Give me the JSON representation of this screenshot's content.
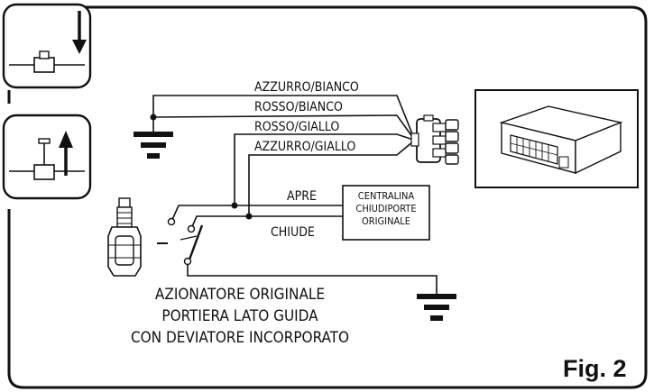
{
  "wires": {
    "w1": "AZZURRO/BIANCO",
    "w2": "ROSSO/BIANCO",
    "w3": "ROSSO/GIALLO",
    "w4": "AZZURRO/GIALLO"
  },
  "switch": {
    "apre": "APRE",
    "chiude": "CHIUDE"
  },
  "control_unit": {
    "line1": "CENTRALINA",
    "line2": "CHIUDIPORTE",
    "line3": "ORIGINALE"
  },
  "actuator_caption": {
    "line1": "AZIONATORE ORIGINALE",
    "line2": "PORTIERA LATO GUIDA",
    "line3": "CON DEVIATORE INCORPORATO"
  },
  "figure_label": "Fig. 2",
  "icons": {
    "lock_down": "lock-pin-down-arrow-icon",
    "lock_up": "lock-pin-up-arrow-icon",
    "module": "control-module-icon",
    "ground": "ground-symbol-icon",
    "actuator": "door-actuator-icon"
  }
}
